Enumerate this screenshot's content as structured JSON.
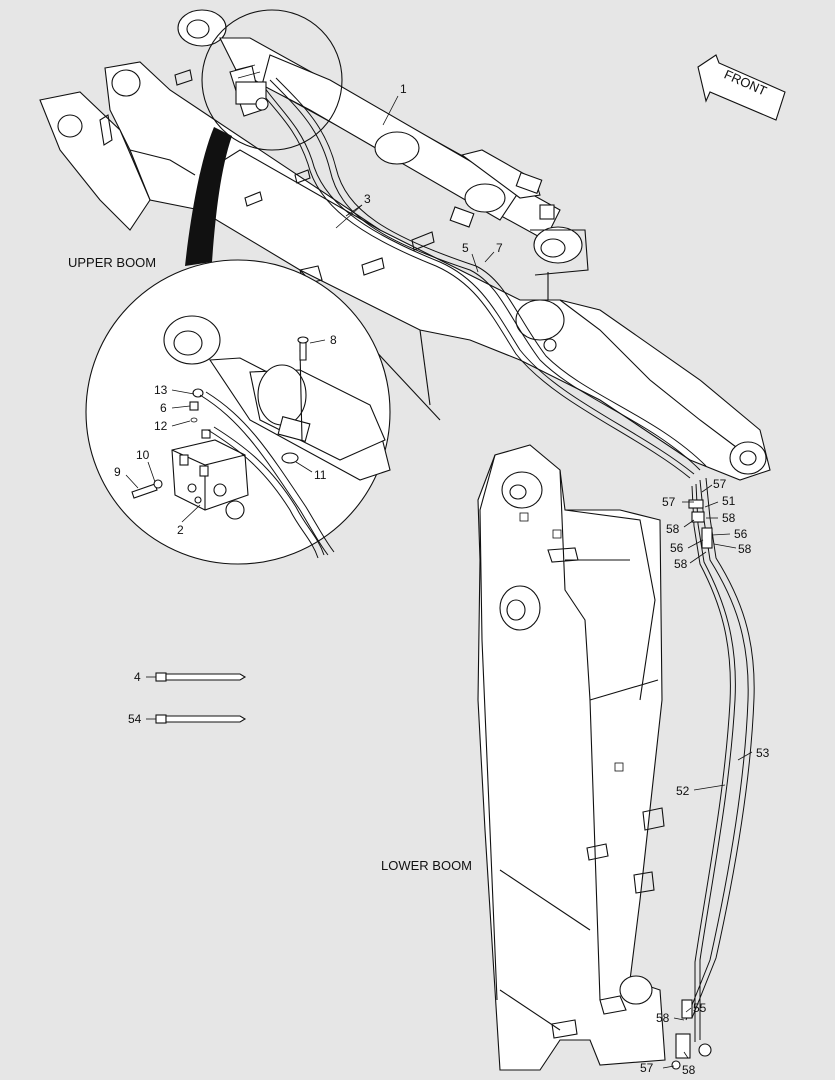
{
  "labels": {
    "upper_boom": "UPPER BOOM",
    "lower_boom": "LOWER BOOM",
    "front": "FRONT"
  },
  "callouts": {
    "c1": "1",
    "c2": "2",
    "c3": "3",
    "c4": "4",
    "c5": "5",
    "c6": "6",
    "c7": "7",
    "c8": "8",
    "c9": "9",
    "c10": "10",
    "c11": "11",
    "c12": "12",
    "c13": "13",
    "c51": "51",
    "c52": "52",
    "c53": "53",
    "c54": "54",
    "c55": "55",
    "c56a": "56",
    "c56b": "56",
    "c57a": "57",
    "c57b": "57",
    "c57c": "57",
    "c58a": "58",
    "c58b": "58",
    "c58c": "58",
    "c58d": "58",
    "c58e": "58",
    "c58f": "58"
  },
  "colors": {
    "background": "#e6e6e6",
    "ink": "#111111",
    "fill": "#ffffff"
  }
}
